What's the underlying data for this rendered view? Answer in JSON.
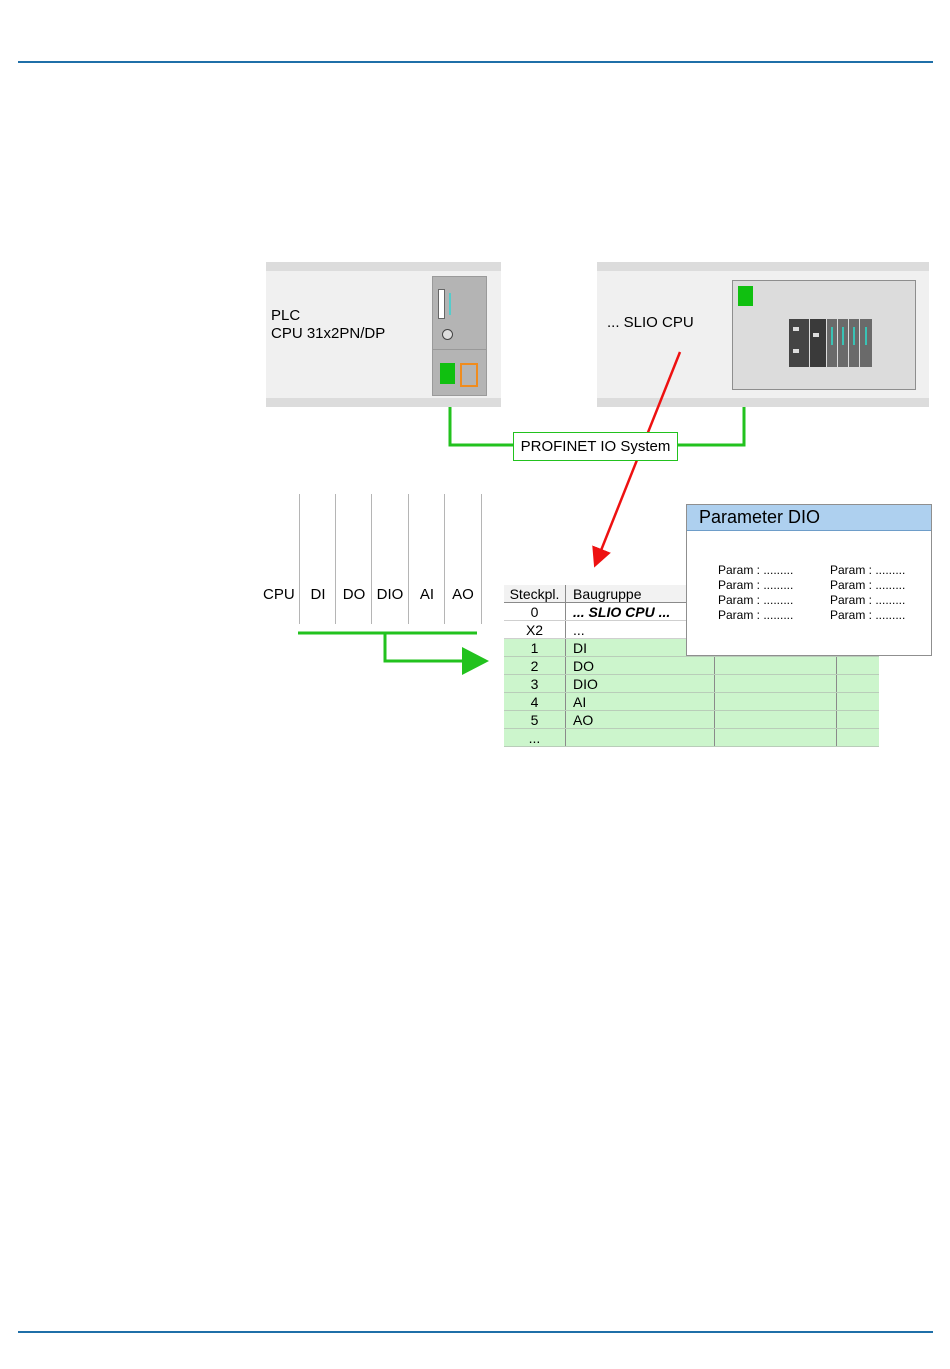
{
  "plc": {
    "line1": "PLC",
    "line2": "CPU 31x2PN/DP"
  },
  "slio": {
    "label": "... SLIO CPU"
  },
  "network": {
    "label": "PROFINET IO System"
  },
  "rack_slots": [
    "CPU",
    "DI",
    "DO",
    "DIO",
    "AI",
    "AO"
  ],
  "config_table": {
    "headers": [
      "Steckpl.",
      "Baugruppe"
    ],
    "rows": [
      {
        "slot": "0",
        "module": "... SLIO CPU ..."
      },
      {
        "slot": "X2",
        "module": "..."
      },
      {
        "slot": "1",
        "module": "DI"
      },
      {
        "slot": "2",
        "module": "DO"
      },
      {
        "slot": "3",
        "module": "DIO"
      },
      {
        "slot": "4",
        "module": "AI"
      },
      {
        "slot": "5",
        "module": "AO"
      },
      {
        "slot": "...",
        "module": ""
      }
    ]
  },
  "param_dialog": {
    "title": "Parameter DIO",
    "left": [
      "Param : .........",
      "Param : .........",
      "Param : .........",
      "Param : ........."
    ],
    "right": [
      "Param : .........",
      "Param : .........",
      "Param : .........",
      "Param : ........."
    ]
  },
  "colors": {
    "rule": "#1f6fa8",
    "green_line": "#22c21e",
    "red_arrow": "#ee1111",
    "table_green": "#ccf5cc",
    "dialog_title": "#aed0ef"
  }
}
